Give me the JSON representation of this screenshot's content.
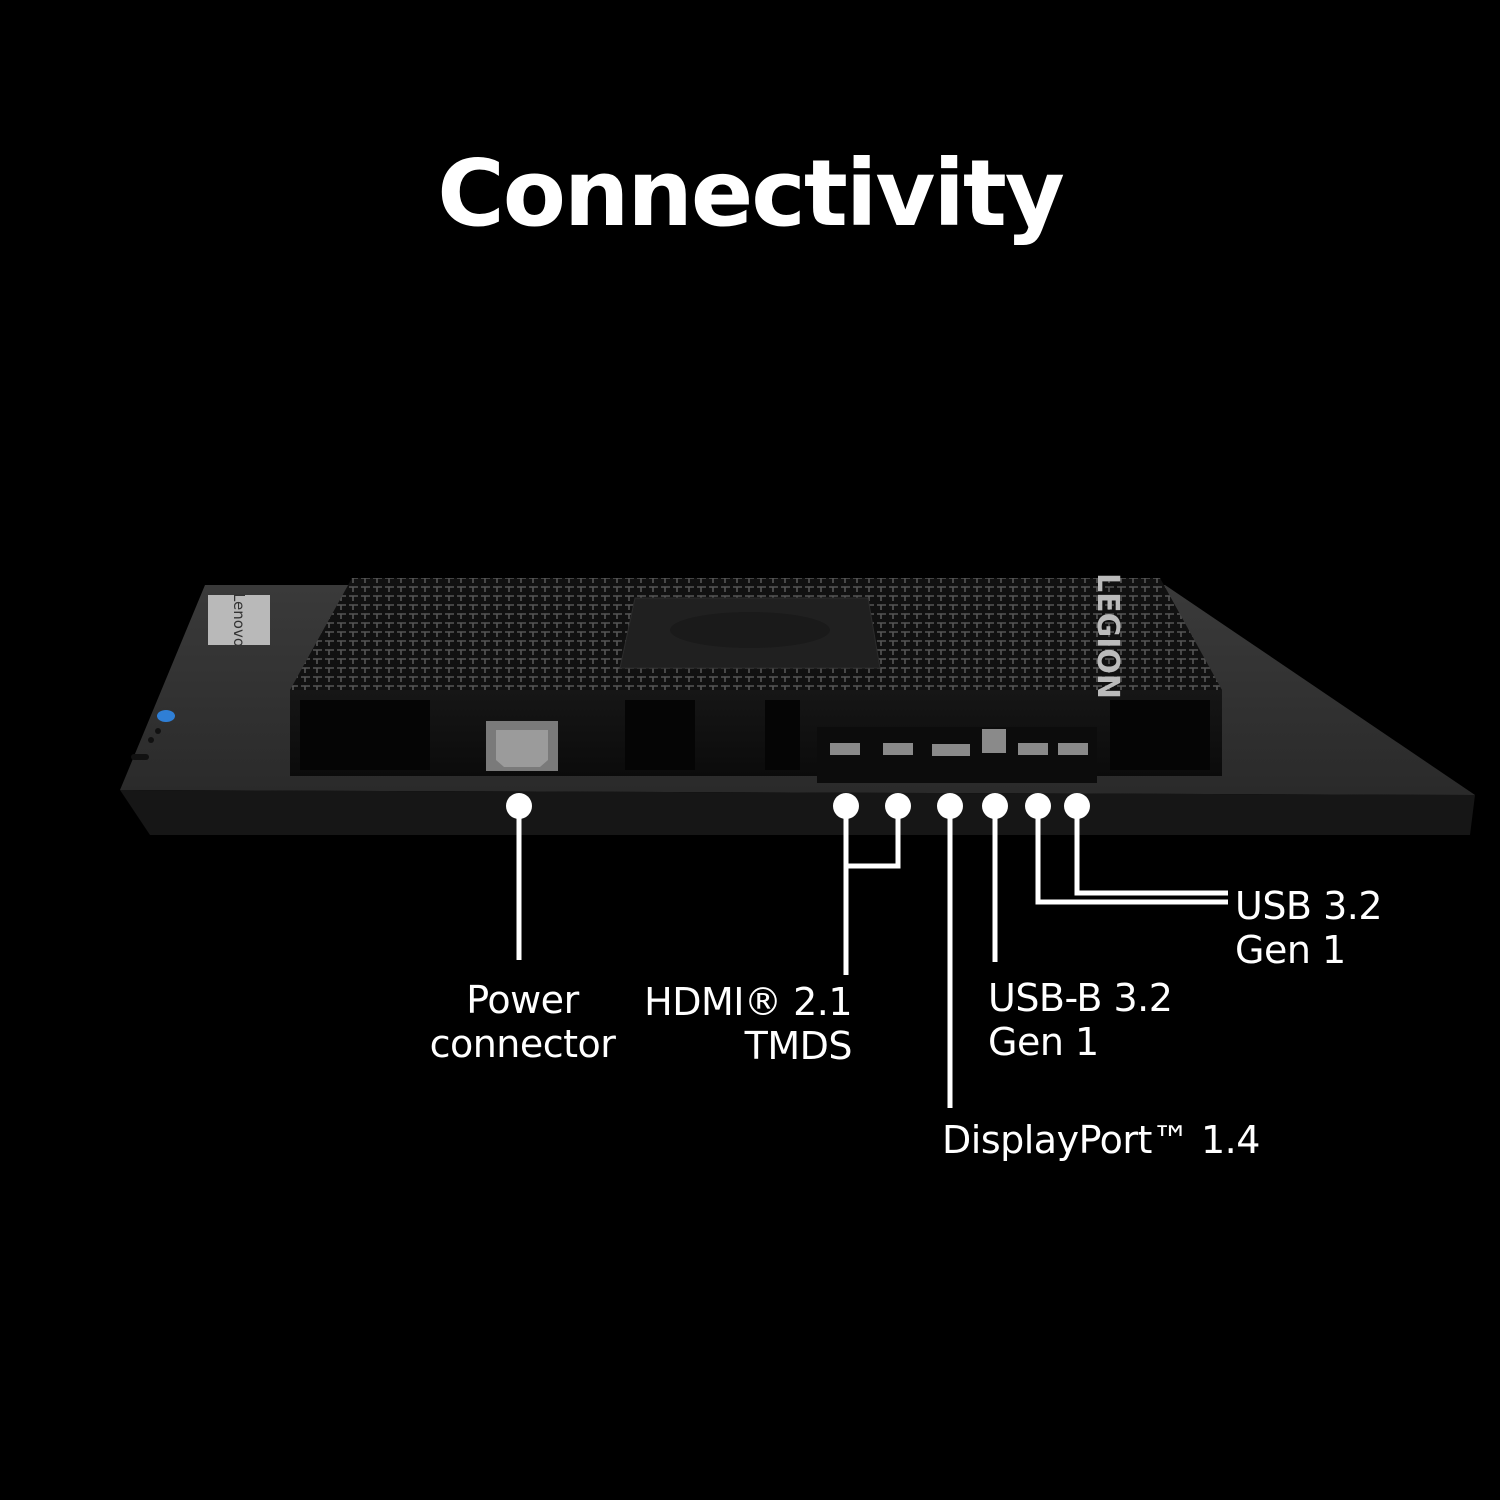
{
  "title": "Connectivity",
  "product": {
    "brand_badge": "Lenovo",
    "housing_logo": "LEGION",
    "accent_color": "#2f7fd6"
  },
  "callouts": [
    {
      "id": "power",
      "lines": [
        "Power",
        "connector"
      ]
    },
    {
      "id": "hdmi",
      "lines": [
        "HDMI® 2.1",
        "TMDS"
      ]
    },
    {
      "id": "displayport",
      "lines": [
        "DisplayPort™ 1.4"
      ]
    },
    {
      "id": "usb-b",
      "lines": [
        "USB-B 3.2",
        "Gen 1"
      ]
    },
    {
      "id": "usb",
      "lines": [
        "USB 3.2",
        "Gen 1"
      ]
    }
  ]
}
